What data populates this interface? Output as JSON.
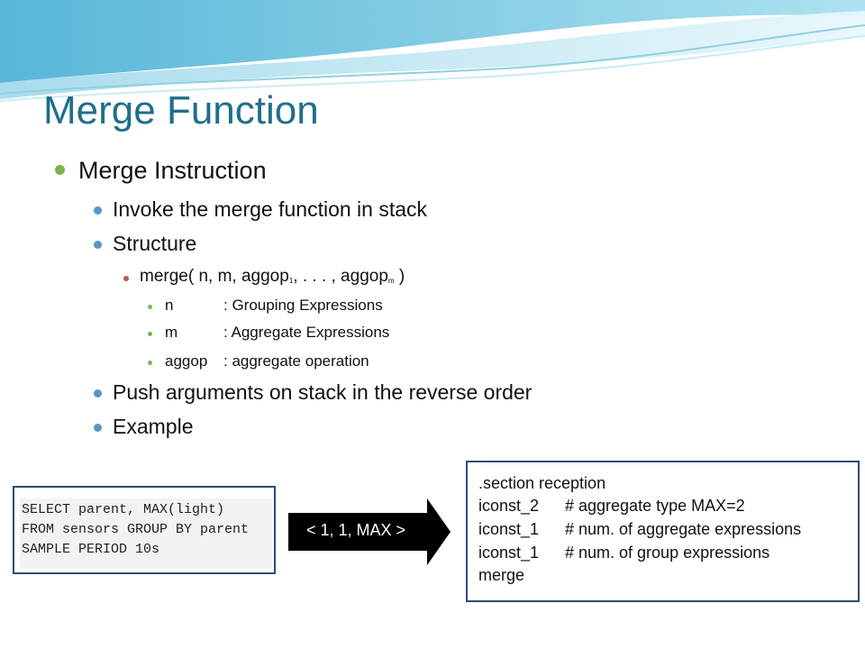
{
  "slide": {
    "title": "Merge Function",
    "bullets": {
      "level1": "Merge Instruction",
      "invoke": "Invoke the merge function in stack",
      "structure": "Structure",
      "merge_sig_prefix": "merge( n, m, aggop",
      "merge_sig_sub1": "1",
      "merge_sig_mid": ", . . . , aggop",
      "merge_sig_subm": "m",
      "merge_sig_suffix": " )",
      "defs": [
        {
          "term": "n",
          "desc": ": Grouping Expressions"
        },
        {
          "term": "m",
          "desc": ": Aggregate Expressions"
        },
        {
          "term": "aggop",
          "desc": ": aggregate operation"
        }
      ],
      "push": "Push arguments on stack in the reverse order",
      "example": "Example"
    },
    "sql": [
      "SELECT parent, MAX(light)",
      "FROM sensors GROUP BY parent",
      "SAMPLE PERIOD 10s"
    ],
    "arrow_label": "< 1, 1, MAX >",
    "asm": {
      "header": ".section reception",
      "lines": [
        {
          "instr": "iconst_2",
          "comment": "# aggregate type MAX=2"
        },
        {
          "instr": "iconst_1",
          "comment": "# num. of aggregate expressions"
        },
        {
          "instr": "iconst_1",
          "comment": "# num. of group expressions"
        }
      ],
      "footer": "merge"
    }
  },
  "colors": {
    "title": "#1f6f8b",
    "bullet_l1": "#7fb24d",
    "bullet_l2": "#5b93c2",
    "bullet_l3": "#c0504d",
    "bullet_l4": "#7fb24d",
    "box_border": "#2f4a78"
  }
}
